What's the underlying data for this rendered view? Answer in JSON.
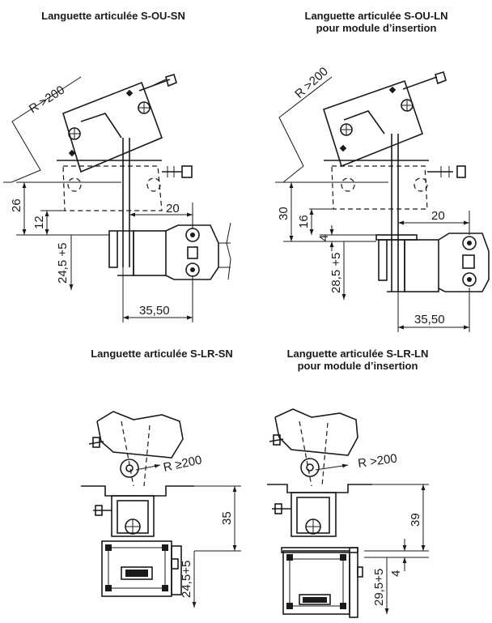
{
  "titles": {
    "top_left": "Languette articulée S-OU-SN",
    "top_right_line1": "Languette articulée S-OU-LN",
    "top_right_line2": "pour module d’insertion",
    "bottom_left": "Languette articulée S-LR-SN",
    "bottom_right_line1": "Languette articulée S-LR-LN",
    "bottom_right_line2": "pour module d’insertion"
  },
  "dims": {
    "tl": {
      "radius": "R >200",
      "d26": "26",
      "d12": "12",
      "d20": "20",
      "d245": "24,5 +5",
      "d3550": "35,50"
    },
    "tr": {
      "radius": "R >200",
      "d30": "30",
      "d16": "16",
      "d4": "4",
      "d20": "20",
      "d285": "28,5 +5",
      "d3550": "35,50"
    },
    "bl": {
      "radius": "R ≥200",
      "d35": "35",
      "d245": "24,5+5"
    },
    "br": {
      "radius": "R >200",
      "d39": "39",
      "d4": "4",
      "d295": "29,5+5"
    }
  }
}
